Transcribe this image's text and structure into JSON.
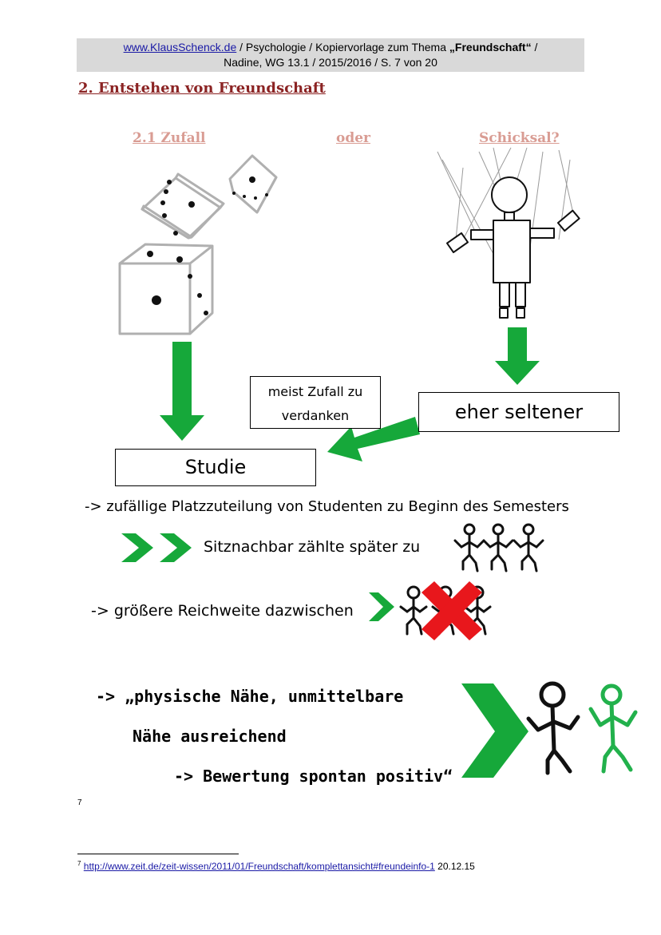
{
  "header": {
    "link": "www.KlausSchenck.de",
    "line1_rest_a": " / Psychologie / Kopiervorlage zum Thema ",
    "topic": "„Freundschaft“",
    "line1_rest_b": " /",
    "line2": "Nadine, WG 13.1 / 2015/2016 / S. 7 von 20"
  },
  "heading": "2. Entstehen von Freundschaft",
  "subheadings": {
    "zufall": "2.1 Zufall ",
    "oder": "oder",
    "schicksal": "Schicksal?"
  },
  "boxes": {
    "zufall_line1": "meist Zufall zu",
    "zufall_line2": "verdanken",
    "seltener": "eher seltener",
    "studie": "Studie"
  },
  "lines": {
    "platz": "-> zufällige Platzzuteilung von Studenten zu Beginn des Semesters",
    "sitz": "Sitznachbar zählte später zu",
    "reichweite": "-> größere Reichweite dazwischen"
  },
  "quote": {
    "line1": "-> „physische Nähe, unmittelbare",
    "line2": "Nähe ausreichend",
    "line3": "-> Bewertung spontan positiv“"
  },
  "footnote": {
    "mark": "7",
    "number": "7",
    "url": "http://www.zeit.de/zeit-wissen/2011/01/Freundschaft/komplettansicht#freundeinfo-1",
    "date": " 20.12.15"
  },
  "colors": {
    "arrow_green": "#16a83a",
    "figure_green": "#22b14c",
    "cross_red": "#e8171c",
    "heading_red": "#8b2323",
    "sub_pink": "#d99c93",
    "header_gray": "#d9d9d9"
  },
  "icons": [
    "dice-icon",
    "puppet-icon",
    "down-arrow-icon",
    "left-arrow-icon",
    "chevron-right-icon",
    "stick-figure-icon",
    "red-cross-icon"
  ]
}
